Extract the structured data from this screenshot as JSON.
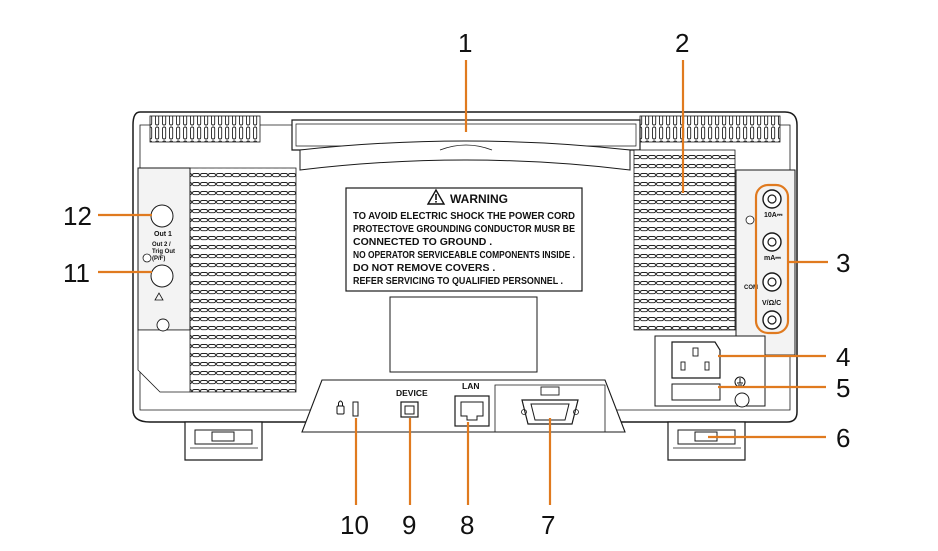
{
  "callouts": {
    "c1": "1",
    "c2": "2",
    "c3": "3",
    "c4": "4",
    "c5": "5",
    "c6": "6",
    "c7": "7",
    "c8": "8",
    "c9": "9",
    "c10": "10",
    "c11": "11",
    "c12": "12"
  },
  "warning": {
    "title": "WARNING",
    "lines": [
      "TO AVOID ELECTRIC SHOCK THE POWER CORD",
      "PROTECTOVE GROUNDING CONDUCTOR MUSR BE",
      "CONNECTED TO GROUND .",
      "NO OPERATOR SERVICEABLE COMPONENTS INSIDE .",
      "DO NOT REMOVE COVERS .",
      "REFER SERVICING TO QUALIFIED PERSONNEL ."
    ]
  },
  "ports": {
    "device": "DEVICE",
    "lan": "LAN",
    "out1": "Out 1",
    "out2_line1": "Out 2 /",
    "out2_line2": "Trig Out",
    "out2_line3": "(P/F)",
    "meter_10a": "10A⎓",
    "meter_ma": "mA⎓",
    "meter_com": "COM",
    "meter_vohm": "V/Ω/C"
  },
  "colors": {
    "callout_line": "#e07a1f",
    "outline": "#1a1a1a",
    "panel_fill": "#f3f3f3"
  },
  "icons": [
    "warning-icon",
    "lock-icon",
    "ground-icon",
    "usb-device-icon",
    "lan-port-icon",
    "vga-port-icon"
  ]
}
